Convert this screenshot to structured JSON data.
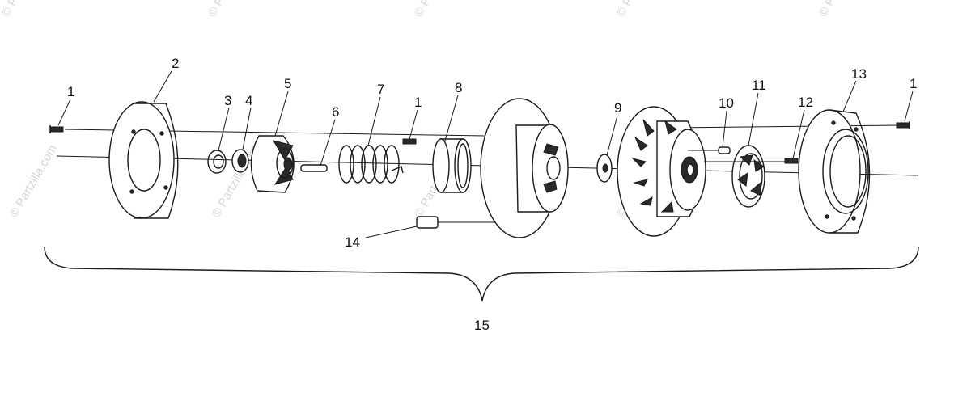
{
  "diagram": {
    "part_labels": [
      {
        "id": "label-1-left",
        "text": "1"
      },
      {
        "id": "label-2",
        "text": "2"
      },
      {
        "id": "label-3",
        "text": "3"
      },
      {
        "id": "label-4",
        "text": "4"
      },
      {
        "id": "label-5",
        "text": "5"
      },
      {
        "id": "label-6",
        "text": "6"
      },
      {
        "id": "label-7",
        "text": "7"
      },
      {
        "id": "label-1-mid",
        "text": "1"
      },
      {
        "id": "label-8",
        "text": "8"
      },
      {
        "id": "label-9",
        "text": "9"
      },
      {
        "id": "label-10",
        "text": "10"
      },
      {
        "id": "label-11",
        "text": "11"
      },
      {
        "id": "label-12",
        "text": "12"
      },
      {
        "id": "label-13",
        "text": "13"
      },
      {
        "id": "label-1-right",
        "text": "1"
      },
      {
        "id": "label-14",
        "text": "14"
      },
      {
        "id": "label-15",
        "text": "15"
      }
    ],
    "watermark": "© Partzilla.com"
  },
  "colors": {
    "line": "#1a1a1a",
    "background": "#ffffff",
    "watermark": "#d6d6d6"
  }
}
